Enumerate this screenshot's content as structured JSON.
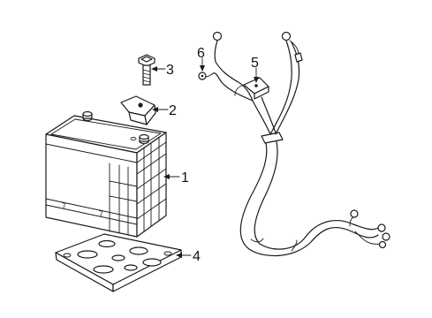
{
  "colors": {
    "line": "#1a1a1a",
    "background": "#ffffff"
  },
  "callouts": [
    {
      "id": "1",
      "label": "1"
    },
    {
      "id": "2",
      "label": "2"
    },
    {
      "id": "3",
      "label": "3"
    },
    {
      "id": "4",
      "label": "4"
    },
    {
      "id": "5",
      "label": "5"
    },
    {
      "id": "6",
      "label": "6"
    }
  ],
  "markings": {
    "cell_number": "7"
  }
}
